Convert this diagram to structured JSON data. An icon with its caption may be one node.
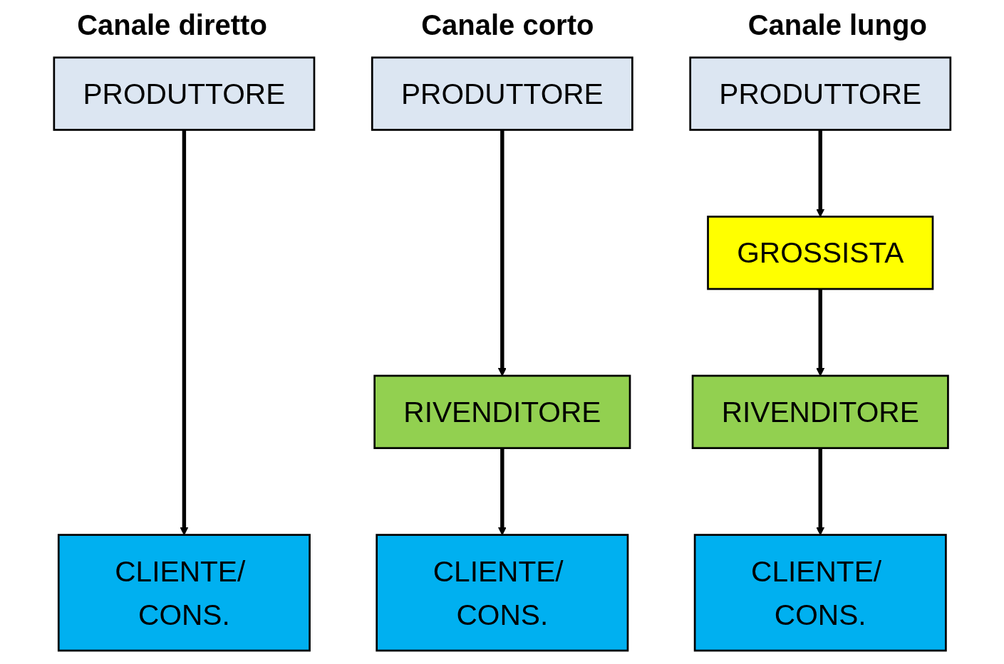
{
  "diagram": {
    "nodes": [
      {
        "text": [
          "PRODUTTORE"
        ]
      },
      {
        "text": [
          "PRODUTTORE"
        ]
      },
      {
        "text": [
          "PRODUTTORE"
        ]
      },
      {
        "text": [
          "GROSSISTA"
        ]
      },
      {
        "text": [
          "RIVENDITORE"
        ]
      },
      {
        "text": [
          "RIVENDITORE"
        ]
      },
      {
        "text": [
          "CLIENTE/ CONS."
        ]
      },
      {
        "text": [
          "CLIENTE/ CONS."
        ]
      },
      {
        "text": [
          "CLIENTE/ CONS."
        ]
      }
    ],
    "edges": [
      {
        "from": 0,
        "to": 6,
        "arrow": "to"
      },
      {
        "from": 1,
        "to": 4,
        "arrow": "to"
      },
      {
        "from": 4,
        "to": 7,
        "arrow": "to"
      },
      {
        "from": 2,
        "to": 3,
        "arrow": "to"
      },
      {
        "from": 3,
        "to": 5,
        "arrow": "to"
      },
      {
        "from": 5,
        "to": 8,
        "arrow": "to"
      }
    ],
    "labels": [
      "Canale diretto",
      "Canale corto",
      "Canale lungo"
    ]
  }
}
